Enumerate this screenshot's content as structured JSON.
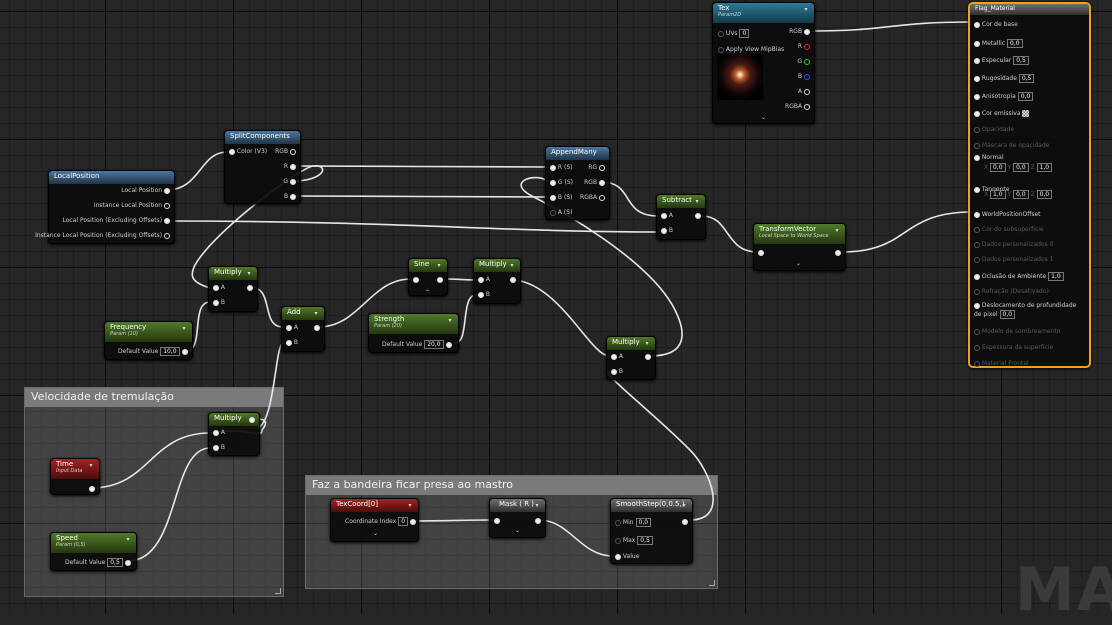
{
  "watermark": "MAT",
  "comments": {
    "flicker": {
      "title": "Velocidade de tremulação"
    },
    "mast": {
      "title": "Faz a bandeira ficar presa ao mastro"
    }
  },
  "nodes": {
    "tex": {
      "title": "Tex",
      "subtitle": "Param2D",
      "uvs_label": "UVs",
      "uvs_value": "0",
      "mip_label": "Apply View MipBias",
      "out_rgb": "RGB",
      "out_r": "R",
      "out_g": "G",
      "out_b": "B",
      "out_a": "A",
      "out_rgba": "RGBA"
    },
    "material": {
      "title": "Flag_Material",
      "pins": [
        {
          "label": "Cor de base",
          "active": true
        },
        {
          "label": "Metallic",
          "value": "0,0",
          "active": true
        },
        {
          "label": "Especular",
          "value": "0,5",
          "active": true
        },
        {
          "label": "Rugosidade",
          "value": "0,5",
          "active": true
        },
        {
          "label": "Anisotropia",
          "value": "0,0",
          "active": true
        },
        {
          "label": "Cor emissiva",
          "active": true
        },
        {
          "label": "Opacidade",
          "active": false
        },
        {
          "label": "Máscara de opacidade",
          "active": false
        },
        {
          "label": "Normal",
          "active": true
        },
        {
          "label": "Tangente",
          "active": true
        },
        {
          "label": "WorldPositionOffset",
          "active": true
        },
        {
          "label": "Cor do subsuperfície",
          "active": false
        },
        {
          "label": "Dados personalizados 0",
          "active": false
        },
        {
          "label": "Dados personalizados 1",
          "active": false
        },
        {
          "label": "Oclusão de Ambiente",
          "value": "1,0",
          "active": true
        },
        {
          "label": "Refração (Desativado)",
          "active": false
        },
        {
          "label": "Deslocamento de profundidade de pixel",
          "value": "0,0",
          "active": true
        },
        {
          "label": "Modelo de sombreamento",
          "active": false
        },
        {
          "label": "Espessura da superfície",
          "active": false
        },
        {
          "label": "Material Frontal",
          "active": false
        }
      ],
      "normal": {
        "x": "0,0",
        "y": "0,0",
        "z": "1,0"
      },
      "tangent": {
        "x": "1,0",
        "y": "0,0",
        "z": "0,0"
      }
    },
    "localpos": {
      "title": "LocalPosition",
      "pins": [
        "Local Position",
        "Instance Local Position",
        "Local Position (Excluding Offsets)",
        "Instance Local Position (Excluding Offsets)"
      ]
    },
    "split": {
      "title": "SplitComponents",
      "in": "Color (V3)",
      "out_rgb": "RGB",
      "out_r": "R",
      "out_g": "G",
      "out_b": "B"
    },
    "append": {
      "title": "AppendMany",
      "in_r": "R (S)",
      "in_g": "G (S)",
      "in_b": "B (S)",
      "in_a": "A (S)",
      "out_rg": "RG",
      "out_rgb": "RGB",
      "out_rgba": "RGBA"
    },
    "subtract": {
      "title": "Subtract",
      "a": "A",
      "b": "B"
    },
    "transform": {
      "title": "TransformVector",
      "subtitle": "Local Space to World Space"
    },
    "mult1": {
      "title": "Multiply",
      "a": "A",
      "b": "B"
    },
    "frequency": {
      "title": "Frequency",
      "subtitle": "Param (10)",
      "default_label": "Default Value",
      "default_value": "10,0"
    },
    "add": {
      "title": "Add",
      "a": "A",
      "b": "B"
    },
    "sine": {
      "title": "Sine"
    },
    "mult2": {
      "title": "Multiply",
      "a": "A",
      "b": "B"
    },
    "strength": {
      "title": "Strength",
      "subtitle": "Param (20)",
      "default_label": "Default Value",
      "default_value": "20,0"
    },
    "mult3": {
      "title": "Multiply",
      "a": "A",
      "b": "B"
    },
    "mult4": {
      "title": "Multiply",
      "a": "A",
      "b": "B"
    },
    "time": {
      "title": "Time",
      "subtitle": "Input Data"
    },
    "speed": {
      "title": "Speed",
      "subtitle": "Param (0,5)",
      "default_label": "Default Value",
      "default_value": "0,5"
    },
    "texcoord": {
      "title": "TexCoord[0]",
      "index_label": "Coordinate Index",
      "index_value": "0"
    },
    "mask": {
      "title": "Mask ( R )"
    },
    "smooth": {
      "title": "SmoothStep(0,0.5,)",
      "min_label": "Min",
      "min_value": "0,0",
      "max_label": "Max",
      "max_value": "0,5",
      "value_label": "Value"
    }
  },
  "colors": {
    "wire": "#e6e6e6",
    "selection": "#f0a020"
  }
}
